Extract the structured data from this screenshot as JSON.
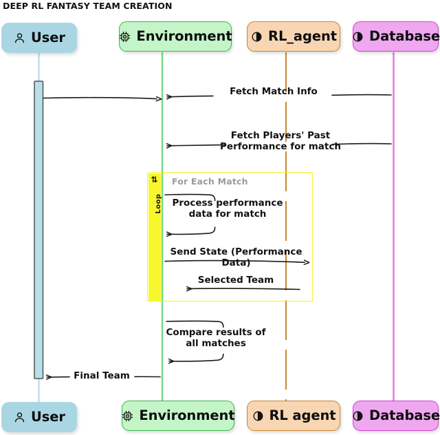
{
  "title": "DEEP RL FANTASY TEAM CREATION",
  "colors": {
    "user_fill": "#aad6e4",
    "user_lifeline": "#bfe0ea",
    "env_fill": "#c4f5c9",
    "env_border": "#3cb44a",
    "env_lifeline": "#72d983",
    "agent_fill": "#f8d6b4",
    "agent_border": "#c8852c",
    "agent_lifeline": "#d08a33",
    "database_fill": "#efa8ef",
    "database_border": "#d13fd1",
    "database_lifeline": "#e86fe8",
    "loop_border": "#f2f22a",
    "loop_tab": "#f7f72b",
    "loop_label": "#9b9b9b",
    "arrow": "#1a1a1a",
    "activation_fill": "#b9dfe9",
    "activation_border": "#555555"
  },
  "participants_top": [
    {
      "id": "user",
      "label": "User",
      "icon": "person-icon"
    },
    {
      "id": "env",
      "label": "Environment",
      "icon": "chip-icon"
    },
    {
      "id": "agent",
      "label": "RL_agent",
      "icon": "brain-icon"
    },
    {
      "id": "database",
      "label": "Database",
      "icon": "brain-icon"
    }
  ],
  "participants_bottom": [
    {
      "id": "user",
      "label": "User",
      "icon": "person-icon"
    },
    {
      "id": "env",
      "label": "Environment",
      "icon": "chip-icon"
    },
    {
      "id": "agent",
      "label": "RL agent",
      "icon": "brain-icon"
    },
    {
      "id": "database",
      "label": "Database",
      "icon": "brain-icon"
    }
  ],
  "loop": {
    "glyph": "⇅",
    "tab_text": "Loop",
    "label": "For Each Match"
  },
  "messages": [
    {
      "id": "m1",
      "text": "",
      "from": "user",
      "to": "env",
      "kind": "call"
    },
    {
      "id": "m2",
      "text": "Fetch Match Info",
      "from": "database",
      "to": "env",
      "kind": "return"
    },
    {
      "id": "m3",
      "text": "Fetch Players' Past\nPerformance for match",
      "from": "database",
      "to": "env",
      "kind": "return"
    },
    {
      "id": "m4",
      "text": "Process performance\ndata for match",
      "from": "env",
      "to": "env",
      "kind": "self"
    },
    {
      "id": "m5",
      "text": "Send State (Performance Data)",
      "from": "env",
      "to": "agent",
      "kind": "call"
    },
    {
      "id": "m6",
      "text": "Selected Team",
      "from": "agent",
      "to": "env",
      "kind": "return"
    },
    {
      "id": "m7",
      "text": "Compare results of\nall matches",
      "from": "env",
      "to": "env",
      "kind": "self"
    },
    {
      "id": "m8",
      "text": "Final Team",
      "from": "env",
      "to": "user",
      "kind": "return"
    }
  ]
}
